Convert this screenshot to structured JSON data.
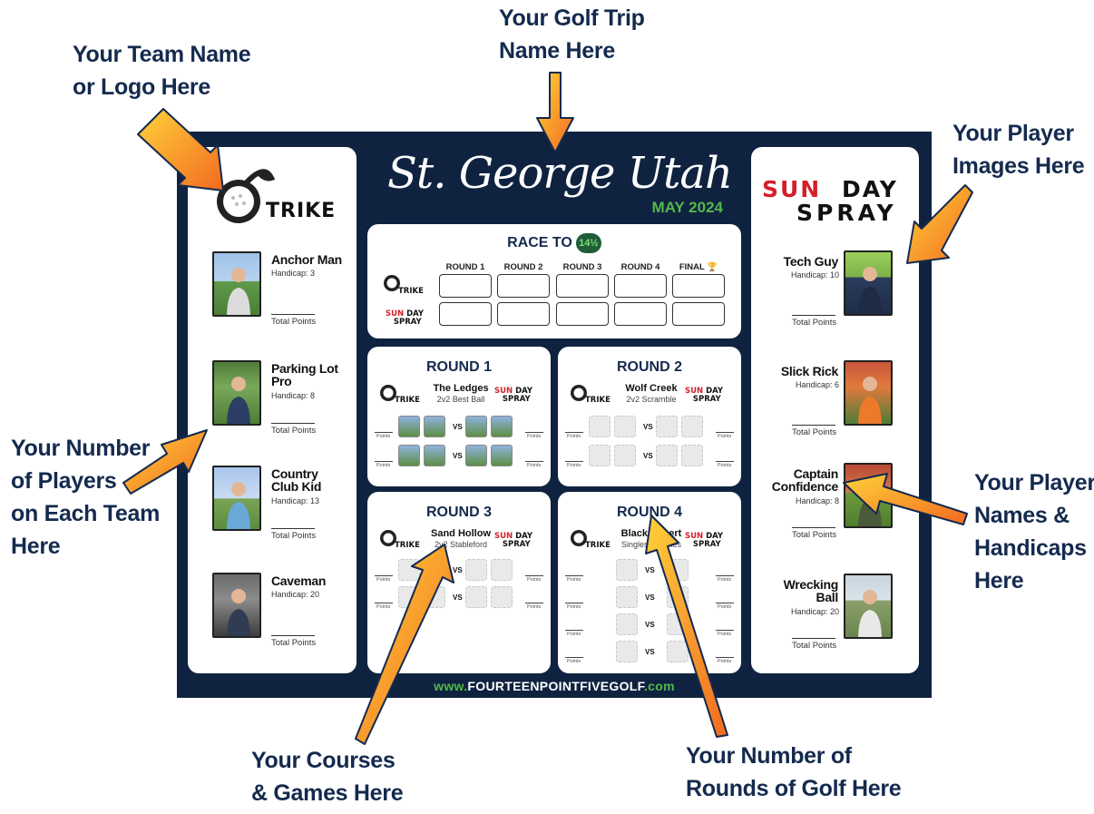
{
  "callouts": {
    "team_logo": [
      "Your Team Name",
      "or Logo Here"
    ],
    "trip_name": [
      "Your Golf Trip",
      "Name Here"
    ],
    "player_images": [
      "Your Player",
      "Images Here"
    ],
    "num_players": [
      "Your Number",
      "of Players",
      "on Each Team",
      "Here"
    ],
    "player_names": [
      "Your Player",
      "Names &",
      "Handicaps",
      "Here"
    ],
    "courses": [
      "Your Courses",
      "& Games Here"
    ],
    "rounds": [
      "Your Number of",
      "Rounds of Golf Here"
    ]
  },
  "board": {
    "trip_title": "St. George Utah",
    "trip_date": "MAY 2024",
    "website_prefix": "www.",
    "website_main": "FOURTEENPOINTFIVEGOLF",
    "website_suffix": ".com",
    "colors": {
      "navy": "#0f2340",
      "green": "#53b84a",
      "red": "#d3202a"
    }
  },
  "team_left": {
    "logo_text": "TRIKE",
    "players": [
      {
        "name": "Anchor Man",
        "handicap": "Handicap: 3",
        "total": "Total Points"
      },
      {
        "name": "Parking Lot Pro",
        "handicap": "Handicap: 8",
        "total": "Total Points"
      },
      {
        "name": "Country Club Kid",
        "handicap": "Handicap: 13",
        "total": "Total Points"
      },
      {
        "name": "Caveman",
        "handicap": "Handicap: 20",
        "total": "Total Points"
      }
    ]
  },
  "team_right": {
    "logo_sun": "SUN",
    "logo_day": "DAY",
    "logo_spray": "SPRAY",
    "players": [
      {
        "name": "Tech Guy",
        "handicap": "Handicap: 10",
        "total": "Total Points"
      },
      {
        "name": "Slick Rick",
        "handicap": "Handicap: 6",
        "total": "Total Points"
      },
      {
        "name": "Captain Confidence",
        "handicap": "Handicap: 8",
        "total": "Total Points"
      },
      {
        "name": "Wrecking Ball",
        "handicap": "Handicap: 20",
        "total": "Total Points"
      }
    ]
  },
  "race": {
    "title": "RACE TO",
    "badge": "14½",
    "columns": [
      "ROUND 1",
      "ROUND 2",
      "ROUND 3",
      "ROUND 4",
      "FINAL"
    ],
    "row_strike": "TRIKE",
    "row_sun": "SUN",
    "row_day": "DAY",
    "row_spray": "SPRAY"
  },
  "rounds": [
    {
      "title": "ROUND 1",
      "course": "The Ledges",
      "game": "2v2 Best Ball"
    },
    {
      "title": "ROUND 2",
      "course": "Wolf Creek",
      "game": "2v2 Scramble"
    },
    {
      "title": "ROUND 3",
      "course": "Sand Hollow",
      "game": "2v2 Stableford"
    },
    {
      "title": "ROUND 4",
      "course": "Black Desert",
      "game": "Singles Matches"
    }
  ],
  "labels": {
    "vs": "VS",
    "points": "Points"
  }
}
